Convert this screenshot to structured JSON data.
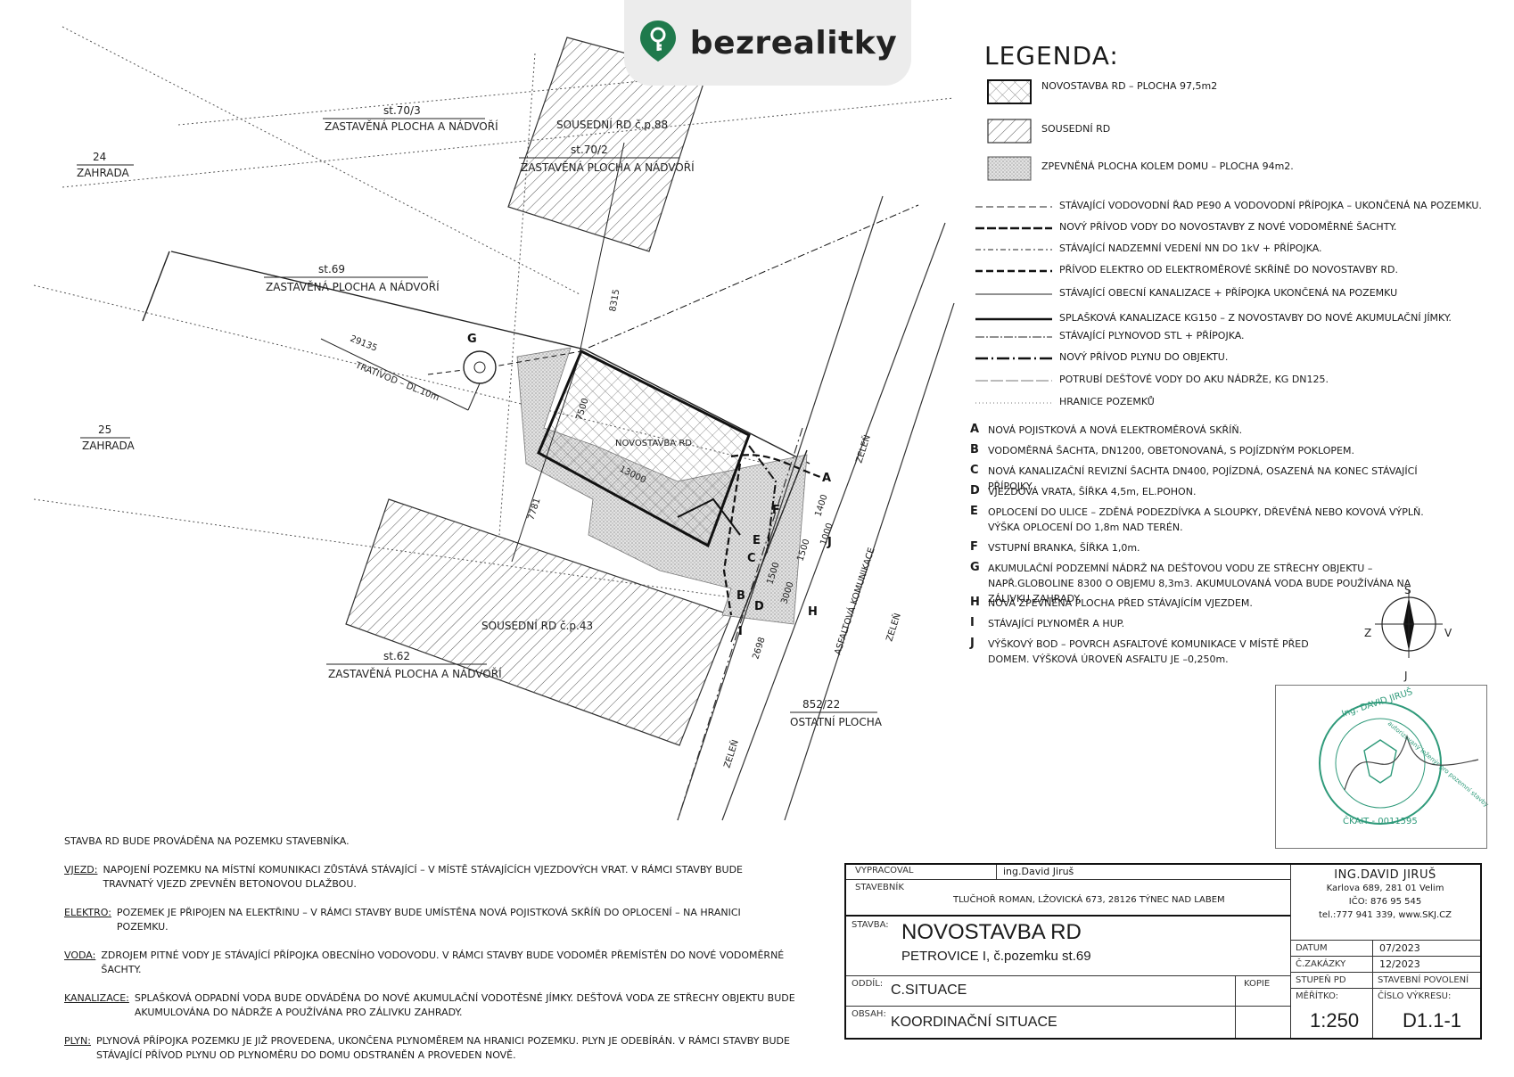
{
  "brand": {
    "name": "bezrealitky",
    "accent": "#1f7a4c",
    "icon": "key-pin-icon"
  },
  "plan": {
    "parcels": [
      {
        "id": "st.70/3",
        "use": "ZASTAVĚNÁ PLOCHA A NÁDVOŘÍ"
      },
      {
        "id": "24",
        "use": "ZAHRADA"
      },
      {
        "id": "st.70/2",
        "use": "ZASTAVĚNÁ PLOCHA A NÁDVOŘÍ"
      },
      {
        "id": "st.69",
        "use": "ZASTAVĚNÁ PLOCHA A NÁDVOŘÍ"
      },
      {
        "id": "25",
        "use": "ZAHRADA"
      },
      {
        "id": "st.62",
        "use": "ZASTAVĚNÁ PLOCHA A NÁDVOŘÍ"
      },
      {
        "id": "852/22",
        "use": "OSTATNÍ PLOCHA"
      }
    ],
    "neighbour_88": "SOUSEDNÍ RD č.p.88",
    "neighbour_43": "SOUSEDNÍ RD č.p.43",
    "building": "NOVOSTAVBA RD",
    "road": "ASFALTOVÁ KOMUNIKACE",
    "green": "ZELEŇ",
    "trativod": "TRATIVOD – DL.10m",
    "dims": {
      "d1": "13000",
      "d2": "8315",
      "d3": "7781",
      "d4": "29135",
      "d5": "7500",
      "d6": "1400",
      "d7": "1000",
      "d8": "1500",
      "d9": "3000",
      "d10": "1500",
      "d11": "2698"
    },
    "points": {
      "A": "A",
      "B": "B",
      "C": "C",
      "D": "D",
      "E": "E",
      "F": "F",
      "G": "G",
      "H": "H",
      "I": "I",
      "J": "J"
    }
  },
  "legend": {
    "title": "LEGENDA:",
    "areas": [
      {
        "text": "NOVOSTAVBA RD – PLOCHA 97,5m2"
      },
      {
        "text": "SOUSEDNÍ RD"
      },
      {
        "text": "ZPEVNĚNÁ PLOCHA KOLEM DOMU – PLOCHA 94m2."
      }
    ],
    "lines": [
      "STÁVAJÍCÍ VODOVODNÍ ŘAD PE90 A VODOVODNÍ PŘÍPOJKA – UKONČENÁ NA POZEMKU.",
      "NOVÝ PŘÍVOD VODY DO NOVOSTAVBY Z NOVÉ VODOMĚRNÉ ŠACHTY.",
      "STÁVAJÍCÍ NADZEMNÍ VEDENÍ NN DO 1kV + PŘÍPOJKA.",
      "PŘÍVOD ELEKTRO OD ELEKTROMĚROVÉ SKŘÍNĚ DO NOVOSTAVBY RD.",
      "STÁVAJÍCÍ OBECNÍ KANALIZACE + PŘÍPOJKA UKONČENÁ NA POZEMKU",
      "SPLAŠKOVÁ KANALIZACE KG150 – Z NOVOSTAVBY DO NOVÉ AKUMULAČNÍ JÍMKY.",
      "STÁVAJÍCÍ PLYNOVOD STL + PŘÍPOJKA.",
      "NOVÝ PŘÍVOD PLYNU DO OBJEKTU.",
      "POTRUBÍ DEŠŤOVÉ VODY DO AKU NÁDRŽE, KG DN125.",
      "HRANICE POZEMKŮ"
    ],
    "point_items": [
      {
        "letter": "A",
        "text": "NOVÁ POJISTKOVÁ A NOVÁ ELEKTROMĚROVÁ SKŘÍŇ."
      },
      {
        "letter": "B",
        "text": "VODOMĚRNÁ ŠACHTA, DN1200, OBETONOVANÁ, S POJÍZDNÝM POKLOPEM."
      },
      {
        "letter": "C",
        "text": "NOVÁ KANALIZAČNÍ REVIZNÍ ŠACHTA DN400, POJÍZDNÁ, OSAZENÁ NA KONEC STÁVAJÍCÍ PŘÍPOJKY."
      },
      {
        "letter": "D",
        "text": "VJEZDOVÁ VRATA, ŠÍŘKA 4,5m, EL.POHON."
      },
      {
        "letter": "E",
        "text": "OPLOCENÍ DO ULICE – ZDĚNÁ PODEZDÍVKA A SLOUPKY, DŘEVĚNÁ NEBO KOVOVÁ VÝPLŇ. VÝŠKA OPLOCENÍ DO 1,8m NAD TERÉN."
      },
      {
        "letter": "F",
        "text": "VSTUPNÍ BRANKA, ŠÍŘKA 1,0m."
      },
      {
        "letter": "G",
        "text": "AKUMULAČNÍ PODZEMNÍ NÁDRŽ NA DEŠŤOVOU VODU ZE STŘECHY OBJEKTU – NAPŘ.GLOBOLINE 8300 O OBJEMU 8,3m3. AKUMULOVANÁ VODA BUDE POUŽÍVÁNA NA ZÁLIVKU ZAHRADY."
      },
      {
        "letter": "H",
        "text": "NOVÁ ZPEVNĚNÁ PLOCHA PŘED STÁVAJÍCÍM VJEZDEM."
      },
      {
        "letter": "I",
        "text": "STÁVAJÍCÍ PLYNOMĚR A HUP."
      },
      {
        "letter": "J",
        "text": "VÝŠKOVÝ BOD – POVRCH ASFALTOVÉ KOMUNIKACE V MÍSTĚ PŘED DOMEM. VÝŠKOVÁ ÚROVEŇ ASFALTU JE –0,250m."
      }
    ]
  },
  "compass": {
    "s": "S",
    "j": "J",
    "z": "Z",
    "v": "V"
  },
  "notes": {
    "intro": "STAVBA RD BUDE PROVÁDĚNA NA POZEMKU STAVEBNÍKA.",
    "items": [
      {
        "key": "VJEZD:",
        "text": "NAPOJENÍ POZEMKU NA MÍSTNÍ KOMUNIKACI ZŮSTÁVÁ STÁVAJÍCÍ – V MÍSTĚ STÁVAJÍCÍCH VJEZDOVÝCH VRAT.  V RÁMCI STAVBY BUDE TRAVNATÝ VJEZD ZPEVNĚN BETONOVOU DLAŽBOU."
      },
      {
        "key": "ELEKTRO:",
        "text": "POZEMEK JE PŘIPOJEN NA ELEKTŘINU – V RÁMCI STAVBY BUDE UMÍSTĚNA NOVÁ POJISTKOVÁ SKŘÍŇ DO OPLOCENÍ – NA HRANICI POZEMKU."
      },
      {
        "key": "VODA:",
        "text": "ZDROJEM PITNÉ VODY JE STÁVAJÍCÍ PŘÍPOJKA OBECNÍHO VODOVODU. V RÁMCI STAVBY BUDE VODOMĚR PŘEMÍSTĚN DO NOVÉ VODOMĚRNÉ ŠACHTY."
      },
      {
        "key": "KANALIZACE:",
        "text": "SPLAŠKOVÁ ODPADNÍ VODA BUDE ODVÁDĚNA DO NOVÉ AKUMULAČNÍ VODOTĚSNÉ JÍMKY. DEŠŤOVÁ VODA ZE STŘECHY OBJEKTU BUDE AKUMULOVÁNA DO NÁDRŽE A POUŽÍVÁNA PRO ZÁLIVKU ZAHRADY."
      },
      {
        "key": "PLYN:",
        "text": "PLYNOVÁ PŘÍPOJKA POZEMKU JE JIŽ PROVEDENA, UKONČENA PLYNOMĚREM NA HRANICI POZEMKU. PLYN JE ODEBÍRÁN. V RÁMCI STAVBY BUDE STÁVAJÍCÍ PŘÍVOD PLYNU OD PLYNOMĚRU DO DOMU ODSTRANĚN A PROVEDEN NOVĚ."
      }
    ]
  },
  "stamp": {
    "text_top": "Ing. DAVID JIRUŠ",
    "text_side": "autorizovaný inženýr pro pozemní stavby",
    "text_bottom": "ČKAIT - 0011595",
    "color": "#2f9a7a"
  },
  "title_block": {
    "vypracoval_label": "VYPRACOVAL",
    "vypracoval": "ing.David  Jiruš",
    "stavebnik_label": "STAVEBNÍK",
    "stavebnik": "TLUČHOŘ ROMAN, LŽOVICKÁ 673, 28126 TÝNEC NAD LABEM",
    "stavba_label": "STAVBA:",
    "stavba_title": "NOVOSTAVBA RD",
    "stavba_sub": "PETROVICE I, č.pozemku st.69",
    "oddil_label": "ODDÍL:",
    "oddil": "C.SITUACE",
    "kopie_label": "KOPIE",
    "obsah_label": "OBSAH:",
    "obsah": "KOORDINAČNÍ SITUACE",
    "firm_name": "ING.DAVID  JIRUŠ",
    "firm_addr": "Karlova 689, 281 01  Velim",
    "firm_ico": "IČO:  876 95 545",
    "firm_contact": "tel.:777 941 339,  www.SKJ.CZ",
    "datum_label": "DATUM",
    "datum": "07/2023",
    "zakazky_label": "Č.ZAKÁZKY",
    "zakazky": "12/2023",
    "stupen_label": "STUPEŇ PD",
    "stupen": "STAVEBNÍ POVOLENÍ",
    "meritko_label": "MĚŘÍTKO:",
    "meritko": "1:250",
    "cislo_label": "ČÍSLO VÝKRESU:",
    "cislo": "D1.1-1"
  }
}
